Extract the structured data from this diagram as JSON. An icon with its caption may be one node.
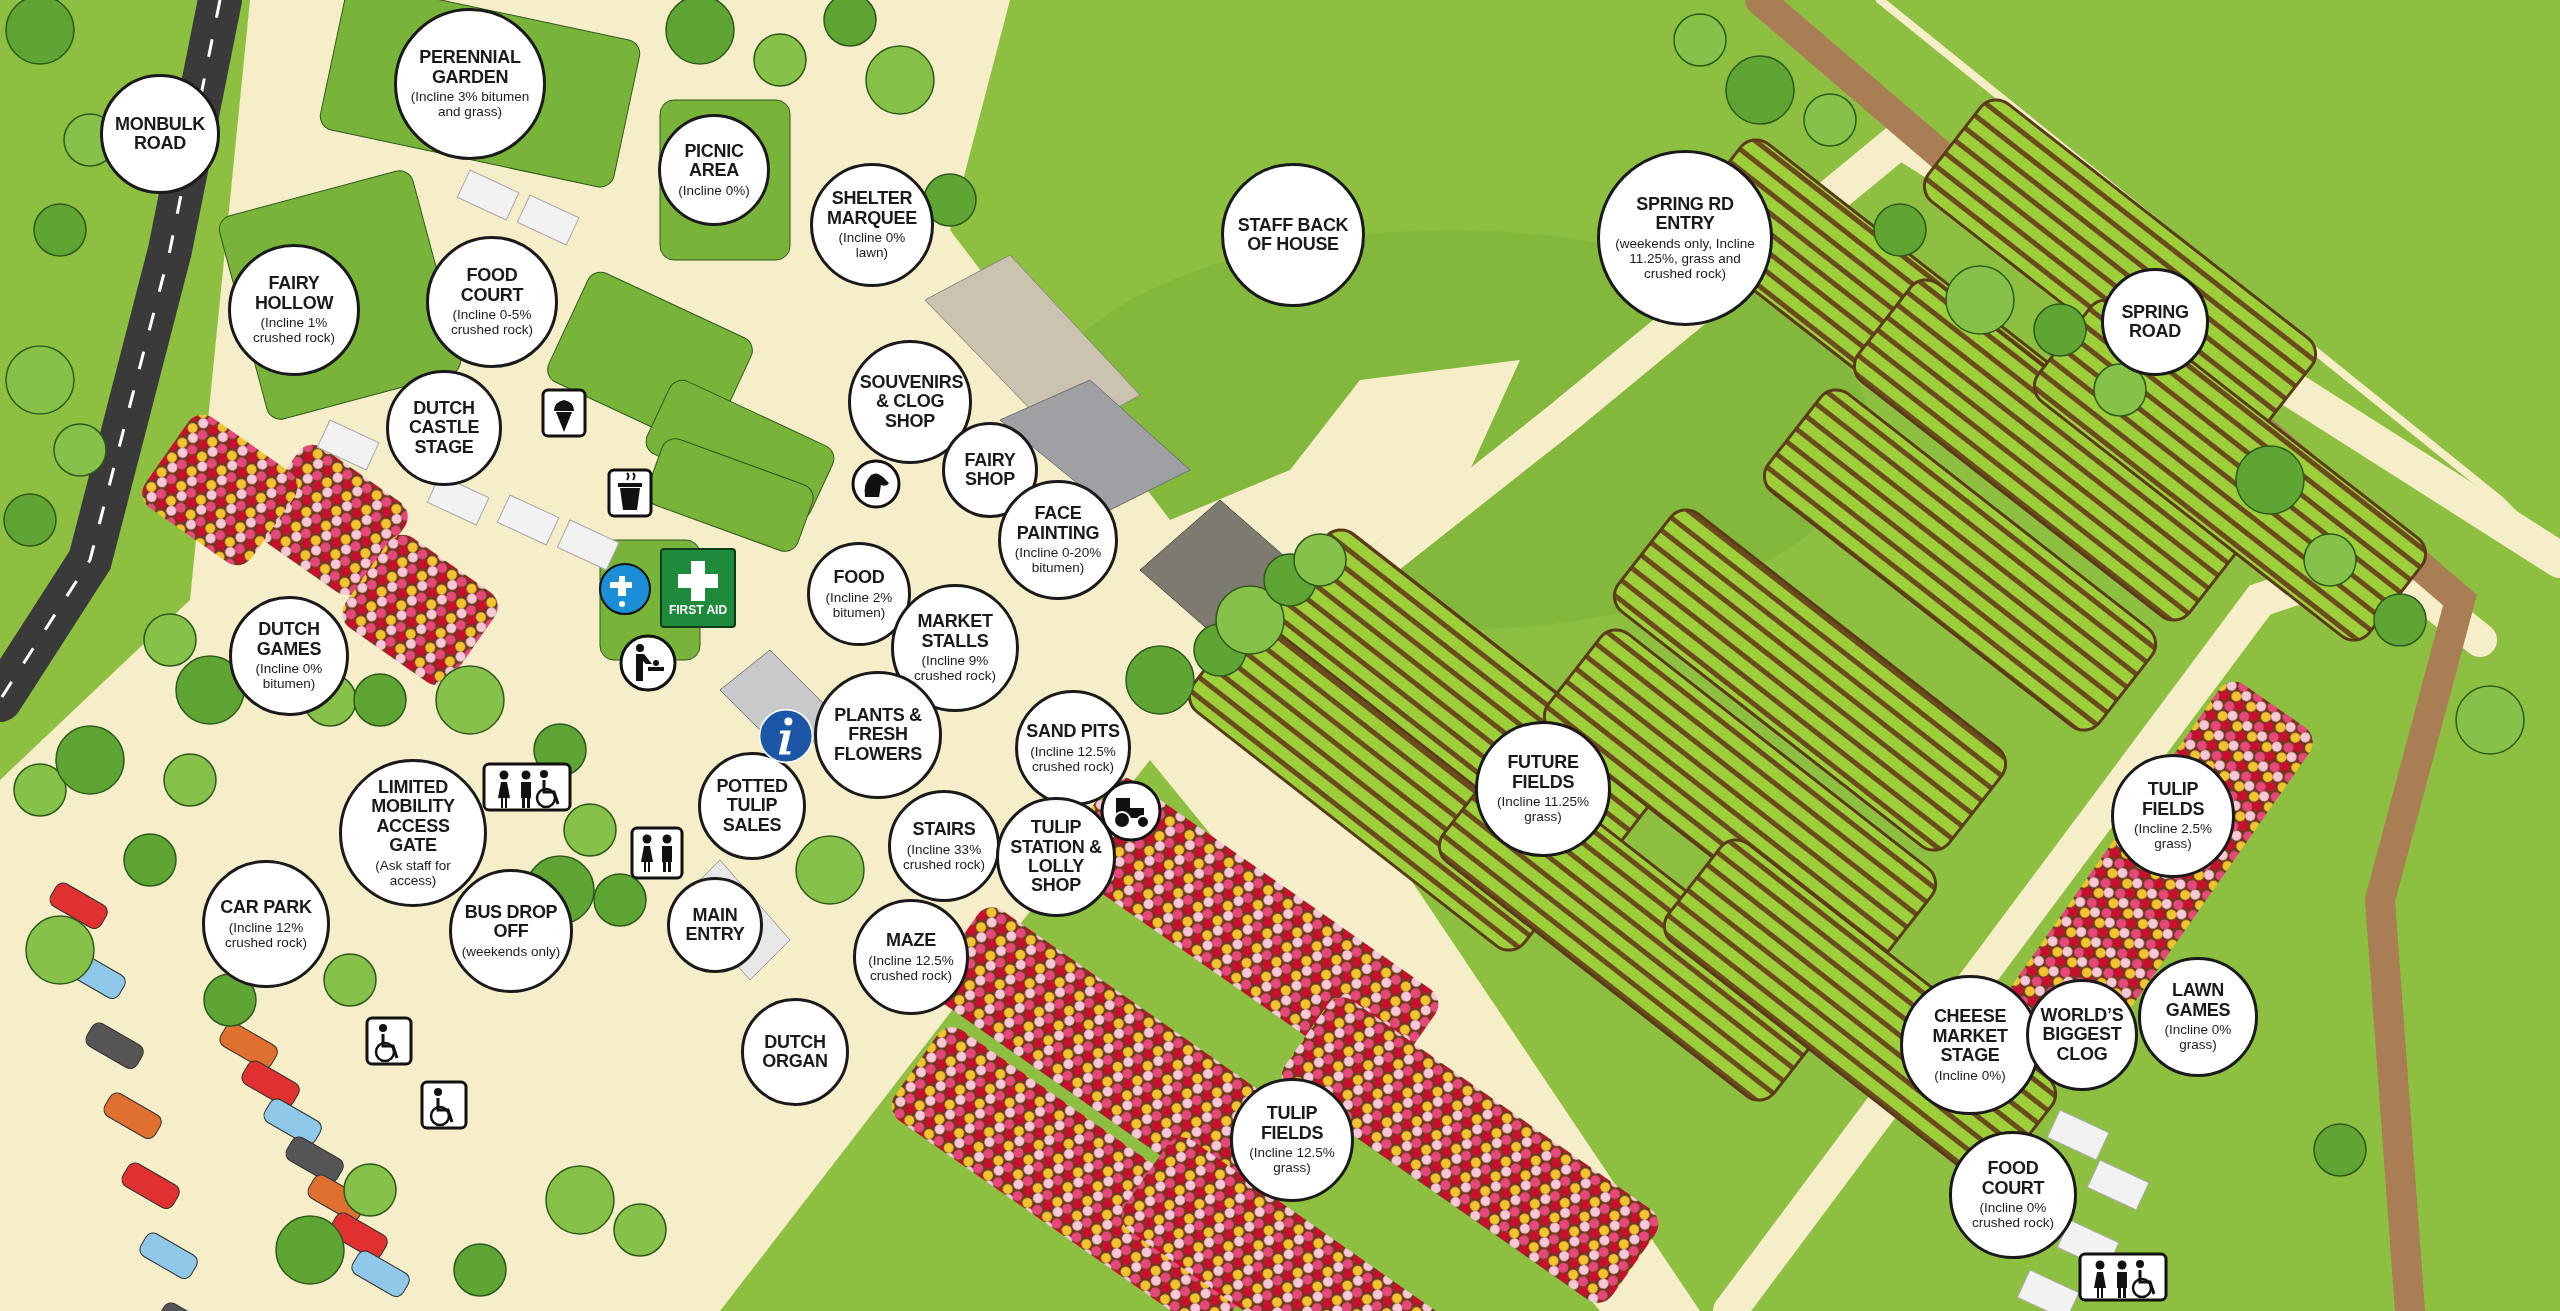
{
  "diagram": {
    "nodes": [
      {
        "text": [
          "MONBULK ROAD"
        ]
      },
      {
        "text": [
          "PERENNIAL GARDEN",
          "(Incline 3% bitumen and grass)"
        ]
      },
      {
        "text": [
          "PICNIC AREA",
          "(Incline 0%)"
        ]
      },
      {
        "text": [
          "SHELTER MARQUEE",
          "(Incline 0% lawn)"
        ]
      },
      {
        "text": [
          "STAFF BACK OF HOUSE"
        ]
      },
      {
        "text": [
          "SPRING RD ENTRY",
          "(weekends only, Incline 11.25%, grass and crushed rock)"
        ]
      },
      {
        "text": [
          "SPRING ROAD"
        ]
      },
      {
        "text": [
          "FAIRY HOLLOW",
          "(Incline 1% crushed rock)"
        ]
      },
      {
        "text": [
          "FOOD COURT",
          "(Incline 0-5% crushed rock)"
        ]
      },
      {
        "text": [
          "DUTCH CASTLE STAGE"
        ]
      },
      {
        "text": [
          "SOUVENIRS & CLOG SHOP"
        ]
      },
      {
        "text": [
          "FAIRY SHOP"
        ]
      },
      {
        "text": [
          "FACE PAINTING",
          "(Incline 0-20% bitumen)"
        ]
      },
      {
        "text": [
          "FOOD",
          "(Incline 2% bitumen)"
        ]
      },
      {
        "text": [
          "MARKET STALLS",
          "(Incline 9% crushed rock)"
        ]
      },
      {
        "text": [
          "DUTCH GAMES",
          "(Incline 0% bitumen)"
        ]
      },
      {
        "text": [
          "PLANTS & FRESH FLOWERS"
        ]
      },
      {
        "text": [
          "SAND PITS",
          "(Incline 12.5% crushed rock)"
        ]
      },
      {
        "text": [
          "POTTED TULIP SALES"
        ]
      },
      {
        "text": [
          "LIMITED MOBILITY ACCESS GATE",
          "(Ask staff for access)"
        ]
      },
      {
        "text": [
          "STAIRS",
          "(Incline 33% crushed rock)"
        ]
      },
      {
        "text": [
          "TULIP STATION & LOLLY SHOP"
        ]
      },
      {
        "text": [
          "CAR PARK",
          "(Incline 12% crushed rock)"
        ]
      },
      {
        "text": [
          "BUS DROP OFF",
          "(weekends only)"
        ]
      },
      {
        "text": [
          "MAIN ENTRY"
        ]
      },
      {
        "text": [
          "MAZE",
          "(Incline 12.5% crushed rock)"
        ]
      },
      {
        "text": [
          "DUTCH ORGAN"
        ]
      },
      {
        "text": [
          "FUTURE FIELDS",
          "(Incline 11.25% grass)"
        ]
      },
      {
        "text": [
          "TULIP FIELDS",
          "(Incline 12.5% grass)"
        ]
      },
      {
        "text": [
          "TULIP FIELDS",
          "(Incline 2.5% grass)"
        ]
      },
      {
        "text": [
          "CHEESE MARKET STAGE",
          "(Incline 0%)"
        ]
      },
      {
        "text": [
          "WORLD’S BIGGEST CLOG"
        ]
      },
      {
        "text": [
          "LAWN GAMES",
          "(Incline 0% grass)"
        ]
      },
      {
        "text": [
          "FOOD COURT",
          "(Incline 0% crushed rock)"
        ]
      }
    ],
    "labels": [
      "FIRST AID"
    ]
  }
}
